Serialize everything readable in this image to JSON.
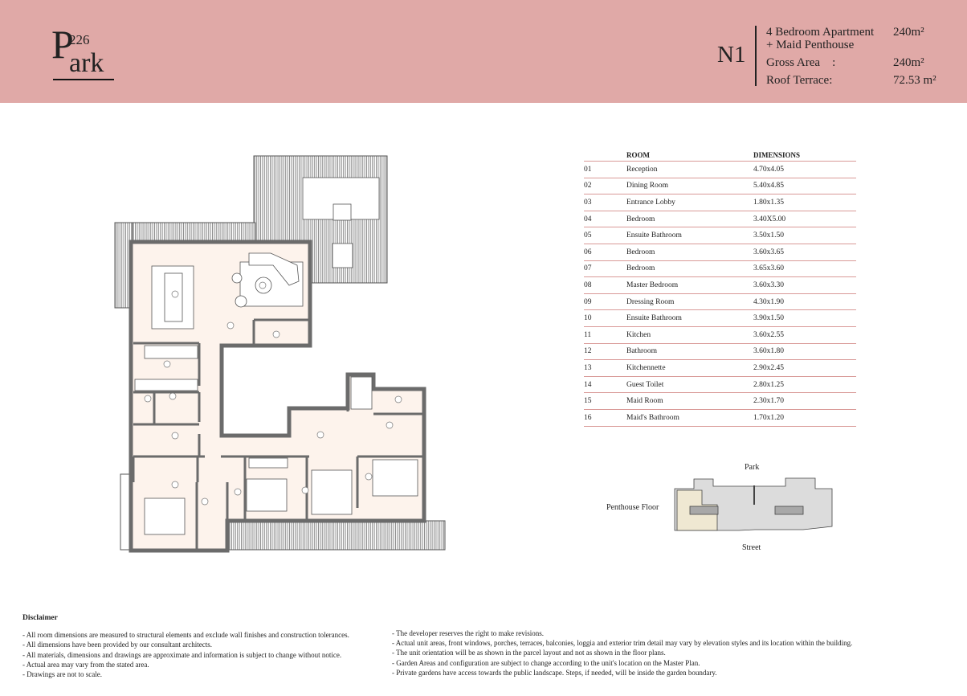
{
  "brand": {
    "logo_text": "226 Park",
    "logo_number": "226",
    "logo_letter": "P",
    "logo_rest": "ark"
  },
  "unit": {
    "code": "N1",
    "type_line1": "4 Bedroom Apartment",
    "type_area": "240m²",
    "type_line2": "+ Maid Penthouse",
    "gross_label": "Gross Area    :",
    "gross_value": "240m²",
    "terrace_label": "Roof Terrace:",
    "terrace_value": "72.53 m²"
  },
  "colors": {
    "header": "#e0a9a7",
    "floor": "#fdf3ec",
    "wall": "#6b6b6b",
    "highlight": "#efe8d2"
  },
  "table": {
    "headers": [
      "",
      "ROOM",
      "DIMENSIONS"
    ],
    "rows": [
      [
        "01",
        "Reception",
        "4.70x4.05"
      ],
      [
        "02",
        "Dining Room",
        "5.40x4.85"
      ],
      [
        "03",
        "Entrance Lobby",
        "1.80x1.35"
      ],
      [
        "04",
        "Bedroom",
        "3.40X5.00"
      ],
      [
        "05",
        "Ensuite Bathroom",
        "3.50x1.50"
      ],
      [
        "06",
        "Bedroom",
        "3.60x3.65"
      ],
      [
        "07",
        "Bedroom",
        "3.65x3.60"
      ],
      [
        "08",
        "Master Bedroom",
        "3.60x3.30"
      ],
      [
        "09",
        "Dressing Room",
        "4.30x1.90"
      ],
      [
        "10",
        "Ensuite Bathroom",
        "3.90x1.50"
      ],
      [
        "11",
        "Kitchen",
        "3.60x2.55"
      ],
      [
        "12",
        "Bathroom",
        "3.60x1.80"
      ],
      [
        "13",
        "Kitchennette",
        "2.90x2.45"
      ],
      [
        "14",
        "Guest Toilet",
        "2.80x1.25"
      ],
      [
        "15",
        "Maid Room",
        "2.30x1.70"
      ],
      [
        "16",
        "Maid's Bathroom",
        "1.70x1.20"
      ]
    ]
  },
  "keyplan": {
    "top": "Park",
    "bottom": "Street",
    "floor": "Penthouse Floor"
  },
  "disclaimer": {
    "title": "Disclaimer",
    "left": [
      "- All room dimensions are measured to structural elements and exclude wall finishes and construction tolerances.",
      "- All dimensions have been provided by our consultant architects.",
      "- All materials, dimensions and drawings are approximate and information is subject to change without notice.",
      "- Actual area may vary from the stated area.",
      "- Drawings are not to scale."
    ],
    "right": [
      "- The developer reserves the right to make revisions.",
      "- Actual unit areas, front windows, porches, terraces, balconies, loggia and exterior trim detail may vary by elevation styles and its location within the building.",
      "- The unit orientation will be as shown in the parcel layout and not as shown in the floor plans.",
      "- Garden Areas and configuration are subject to change according to the unit's location on the Master Plan.",
      "- Private gardens have access towards the public landscape. Steps, if needed, will be inside the garden boundary."
    ]
  }
}
